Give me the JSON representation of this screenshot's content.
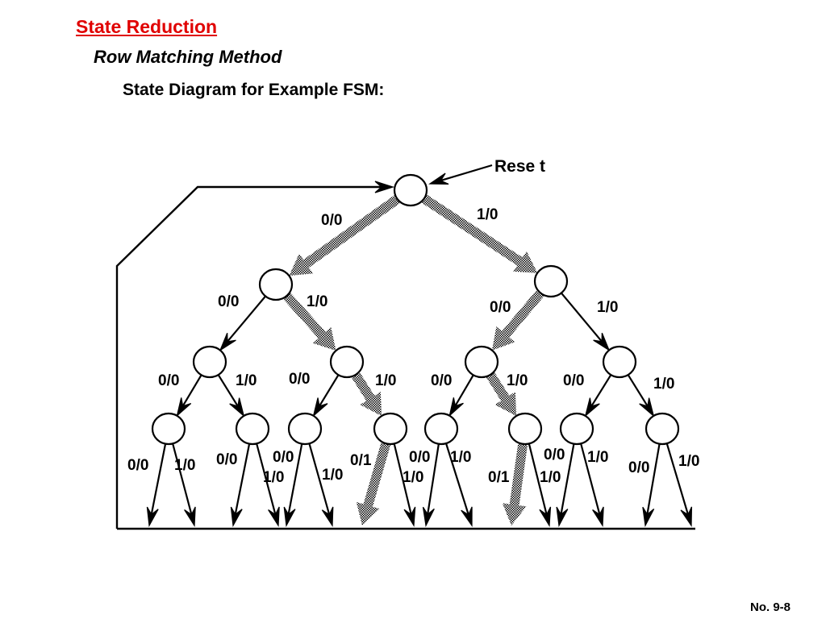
{
  "slide": {
    "title": "State Reduction",
    "subtitle": "Row Matching Method",
    "heading": "State Diagram for Example FSM:",
    "page_number": "No. 9-8"
  },
  "diagram": {
    "reset_label": "Rese t",
    "colors": {
      "line": "#000000",
      "title": "#e00000",
      "state_fill": "#ffffff"
    },
    "states": [
      {
        "id": "s0"
      },
      {
        "id": "s1"
      },
      {
        "id": "s2"
      },
      {
        "id": "s3"
      },
      {
        "id": "s4"
      },
      {
        "id": "s5"
      },
      {
        "id": "s6"
      },
      {
        "id": "s7"
      },
      {
        "id": "s8"
      },
      {
        "id": "s9"
      },
      {
        "id": "s10"
      },
      {
        "id": "s11"
      },
      {
        "id": "s12"
      },
      {
        "id": "s13"
      },
      {
        "id": "s14"
      }
    ],
    "edges": [
      {
        "from": "s0",
        "to": "s1",
        "label": "0/0",
        "style": "dotted"
      },
      {
        "from": "s0",
        "to": "s2",
        "label": "1/0",
        "style": "dotted"
      },
      {
        "from": "s1",
        "to": "s3",
        "label": "0/0",
        "style": "solid"
      },
      {
        "from": "s1",
        "to": "s4",
        "label": "1/0",
        "style": "dotted"
      },
      {
        "from": "s2",
        "to": "s5",
        "label": "0/0",
        "style": "dotted"
      },
      {
        "from": "s2",
        "to": "s6",
        "label": "1/0",
        "style": "solid"
      },
      {
        "from": "s3",
        "to": "s7",
        "label": "0/0",
        "style": "solid"
      },
      {
        "from": "s3",
        "to": "s8",
        "label": "1/0",
        "style": "solid"
      },
      {
        "from": "s4",
        "to": "s9",
        "label": "0/0",
        "style": "solid"
      },
      {
        "from": "s4",
        "to": "s10",
        "label": "1/0",
        "style": "dotted"
      },
      {
        "from": "s5",
        "to": "s11",
        "label": "0/0",
        "style": "solid"
      },
      {
        "from": "s5",
        "to": "s12",
        "label": "1/0",
        "style": "dotted"
      },
      {
        "from": "s6",
        "to": "s13",
        "label": "0/0",
        "style": "solid"
      },
      {
        "from": "s6",
        "to": "s14",
        "label": "1/0",
        "style": "solid"
      },
      {
        "from": "s7",
        "to": "exit",
        "label": "0/0",
        "style": "solid"
      },
      {
        "from": "s7",
        "to": "exit",
        "label": "1/0",
        "style": "solid"
      },
      {
        "from": "s8",
        "to": "exit",
        "label": "0/0",
        "style": "solid"
      },
      {
        "from": "s8",
        "to": "exit",
        "label": "1/0",
        "style": "solid"
      },
      {
        "from": "s9",
        "to": "exit",
        "label": "0/0",
        "style": "solid"
      },
      {
        "from": "s9",
        "to": "exit",
        "label": "1/0",
        "style": "solid"
      },
      {
        "from": "s10",
        "to": "exit",
        "label": "0/1",
        "style": "dotted"
      },
      {
        "from": "s10",
        "to": "exit",
        "label": "1/0",
        "style": "solid"
      },
      {
        "from": "s11",
        "to": "exit",
        "label": "0/0",
        "style": "solid"
      },
      {
        "from": "s11",
        "to": "exit",
        "label": "1/0",
        "style": "solid"
      },
      {
        "from": "s12",
        "to": "exit",
        "label": "0/1",
        "style": "dotted"
      },
      {
        "from": "s12",
        "to": "exit",
        "label": "1/0",
        "style": "solid"
      },
      {
        "from": "s13",
        "to": "exit",
        "label": "0/0",
        "style": "solid"
      },
      {
        "from": "s13",
        "to": "exit",
        "label": "1/0",
        "style": "solid"
      },
      {
        "from": "s14",
        "to": "exit",
        "label": "0/0",
        "style": "solid"
      },
      {
        "from": "s14",
        "to": "exit",
        "label": "1/0",
        "style": "solid"
      }
    ]
  }
}
